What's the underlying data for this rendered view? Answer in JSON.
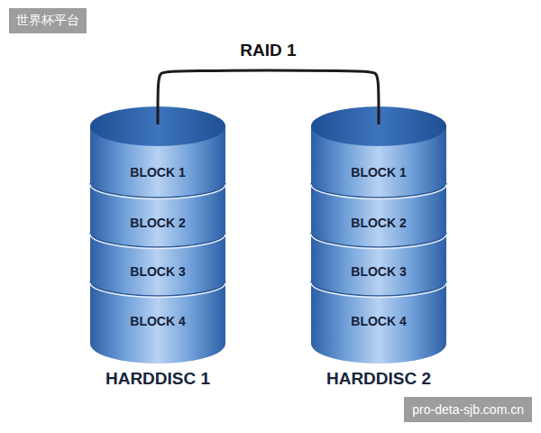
{
  "diagram": {
    "nodes": [
      {
        "text": [
          "HARDDISC 1"
        ]
      },
      {
        "text": [
          "BLOCK 1"
        ],
        "in": 0
      },
      {
        "text": [
          "BLOCK 2"
        ],
        "in": 0
      },
      {
        "text": [
          "BLOCK 3"
        ],
        "in": 0
      },
      {
        "text": [
          "BLOCK 4"
        ],
        "in": 0
      },
      {
        "text": [
          "HARDDISC 2"
        ]
      },
      {
        "text": [
          "BLOCK 1"
        ],
        "in": 5
      },
      {
        "text": [
          "BLOCK 2"
        ],
        "in": 5
      },
      {
        "text": [
          "BLOCK 3"
        ],
        "in": 5
      },
      {
        "text": [
          "BLOCK 4"
        ],
        "in": 5
      }
    ],
    "edges": [
      {
        "from": 0,
        "to": 5,
        "label": "RAID 1",
        "arrow": "none"
      }
    ],
    "labels": [
      "世界杯平台",
      "pro-deta-sjb.com.cn"
    ]
  }
}
